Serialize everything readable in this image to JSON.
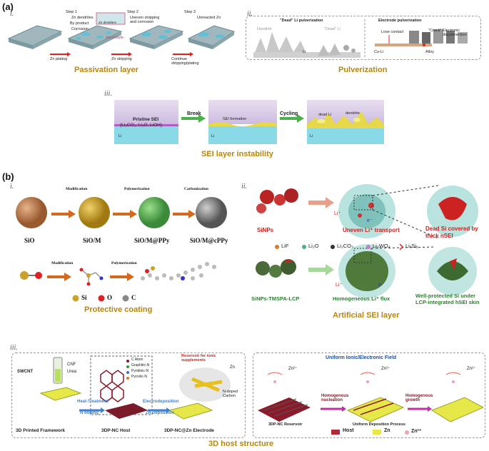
{
  "panel_a": {
    "letter": "(a)",
    "i": {
      "roman": "i.",
      "title": "Passivation layer",
      "steps": [
        "Step 1",
        "Step 2",
        "Step 3"
      ],
      "labels": {
        "zn_dendrites": "Zn dendrites",
        "by_product": "By product",
        "corrosion": "Corrosion",
        "electrolyte": "electrolyte",
        "uneven": "Uneven stripping and corrosion",
        "unreacted": "Unreacted Zn",
        "zoom_label": "Zn dendrites",
        "arrow1": "Zn plating",
        "arrow2": "Zn stripping",
        "arrow3": "Continue stripping/plating"
      }
    },
    "ii": {
      "roman": "ii.",
      "title": "Pulverization",
      "dead_title": "\"Dead\" Li pulverization",
      "elec_title": "Electrode pulverization",
      "dendrite": "Dendrite",
      "dead_li": "\"Dead\" Li",
      "li": "Li",
      "lose_contact": "Lose contact",
      "crack": "\"Crack\"",
      "elec_disc": "Electronic disconnection",
      "cu_li": "Cu-Li",
      "alloy": "Alloy"
    },
    "iii": {
      "roman": "iii.",
      "title": "SEI layer instability",
      "pristine": "Pristine SEI",
      "composition": "(Li₂CO₃, Li₂O, LiOH)",
      "li": "Li",
      "break": "Break",
      "sei_formation": "SEI formation",
      "cycling": "Cycling",
      "dead_li": "dead Li",
      "dendrite": "dendrite"
    }
  },
  "panel_b": {
    "letter": "(b)",
    "i": {
      "roman": "i.",
      "title": "Protective coating",
      "spheres": [
        "SiO",
        "SiO/M",
        "SiO/M@PPy",
        "SiO/M@cPPy"
      ],
      "arrows": [
        "Modification",
        "Polymerization",
        "Carbonization"
      ],
      "mol_arrows": [
        "Modification",
        "Polymerization"
      ],
      "legend": [
        "Si",
        "O",
        "C"
      ]
    },
    "ii": {
      "roman": "ii.",
      "title": "Artificial SEI layer",
      "sinps": "SiNPs",
      "uneven": "Uneven Li⁺ transport",
      "dead_si": "Dead Si covered by thick nSEI",
      "li_plus": "Li⁺",
      "e_minus": "e⁻",
      "legend": [
        "LiF",
        "Li₂O",
        "Li₂CO₃",
        "Li₂WO₄",
        "LiₓSiᵧ"
      ],
      "tmspa": "SiNPs-TMSPA-LCP",
      "homogeneous": "Homogeneous Li⁺ flux",
      "well_protected": "Well-protected Si under LCP-integrated hSEI skin"
    },
    "iii": {
      "roman": "iii.",
      "title": "3D host structure",
      "swcnt": "SWCNT",
      "cnf": "CNF",
      "urea": "Urea",
      "atoms": [
        "C Atom",
        "Graphitic-N",
        "Pyridinic-N",
        "Pyrrolic-N"
      ],
      "reservoir": "Reservoir for ionic supplements",
      "zn": "Zn",
      "ndoped": "N-doped Carbon",
      "heat": "Heat-Treatment",
      "ndoping": "N doping",
      "electro": "Electrodeposition",
      "zndep": "Zn Deposition",
      "framework": "3D Printed Framework",
      "host": "3DP-NC Host",
      "electrode": "3DP-NC@Zn Electrode",
      "uniform_field": "Uniform Ionic/Electronic Field",
      "zn2": "Zn²⁺",
      "reservoir2": "3DP-NC Reservoir",
      "homo_nuc": "Homogenous nucleation",
      "homo_growth": "Homogenous growth",
      "uniform_dep": "Uniform Deposition Process",
      "legend": [
        "Host",
        "Zn",
        "Zn²⁺"
      ]
    }
  }
}
